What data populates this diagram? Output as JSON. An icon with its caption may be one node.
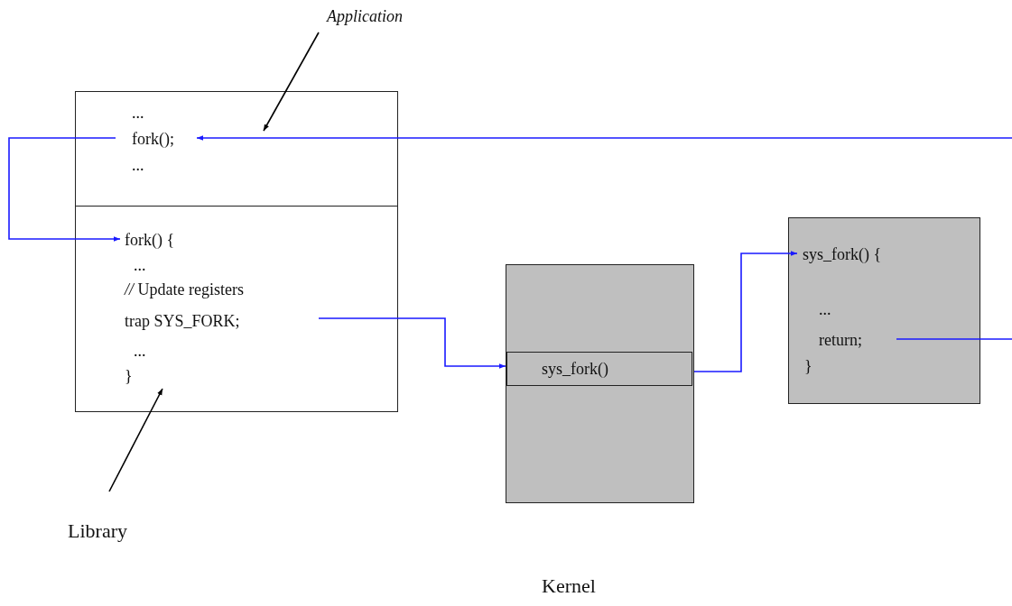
{
  "diagram": {
    "nodes": [
      {
        "text": [
          "Application"
        ]
      },
      {
        "text": [
          "...",
          "fork();",
          "..."
        ]
      },
      {
        "text": [
          "fork() {",
          "...",
          "*//* Update registers",
          "trap SYS_FORK;",
          "...",
          "}"
        ]
      },
      {
        "text": [
          "Library"
        ]
      },
      {
        "text": [],
        "shape": "box"
      },
      {
        "text": [
          "sys_fork()"
        ],
        "in": 4
      },
      {
        "text": [
          "sys_fork() {",
          "...",
          "return;",
          "}"
        ]
      }
    ],
    "edges": [
      {
        "from": 0,
        "to": 1,
        "arrow": "to",
        "color": "#000000"
      },
      {
        "from": 3,
        "to": 2,
        "arrow": "to",
        "color": "#000000"
      },
      {
        "from": 1,
        "to": 2,
        "arrow": "to"
      },
      {
        "from": 2,
        "to": 5,
        "arrow": "to"
      },
      {
        "from": 5,
        "to": 6,
        "arrow": "to"
      },
      {
        "from": 6,
        "to": null,
        "arrow": "none"
      },
      {
        "from": null,
        "to": 1,
        "arrow": "to"
      }
    ],
    "labels": [
      "Kernel"
    ]
  }
}
